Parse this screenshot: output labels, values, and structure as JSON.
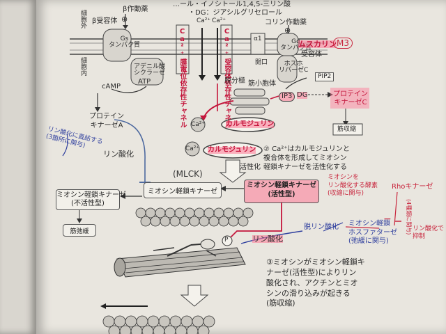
{
  "header": {
    "line1": "…ール・イノシトール1,4,5-三リン酸",
    "line2": "・DG：ジアシルグリセロール"
  },
  "membrane": {
    "outer_label": "細胞外",
    "inner_label": "細胞内",
    "beta_agonist": "β作動薬",
    "beta_receptor": "β受容体",
    "choline_agonist": "コリン作動薬",
    "gs_protein": "Gs\nタンパク質",
    "adenylate_cyclase": "アデニル酸\nシクラーゼ",
    "gq_protein": "Gq\nタンパク質",
    "plc": "ホスホ\nリパーゼC",
    "vdcc": "Ca²⁺膜電位依存性チャネル",
    "roc": "Ca²⁺受容体依存性チャネル",
    "muscarinic": "ムスカリン",
    "muscarinic_note": "M3",
    "receptor": "受容体",
    "alpha1": "α1",
    "open": "開口",
    "depolarization": "脱分極",
    "ca_in_1": "Ca²⁺",
    "ca_in_2": "Ca²⁺",
    "plus_beta": "⊕",
    "plus_chol": "⊕"
  },
  "pathway": {
    "camp": "cAMP",
    "atp": "ATP",
    "pip2": "PIP2",
    "sr": "筋小胞体",
    "ip3": "IP3",
    "dg": "DG",
    "pkc": "プロテイン\nキナーゼC",
    "contraction_small": "筋収縮",
    "pka": "プロテイン\nキナーゼA",
    "ca": "Ca²⁺",
    "ca2": "Ca²⁺",
    "calmodulin": "カルモジュリン",
    "calmodulin2": "カルモジュリン",
    "note2": "② Ca²⁺はカルモジュリンと\n複合体を形成してミオシン\n軽鎖キナーゼを活性化する",
    "activation": "活性化",
    "phosphorylation_left": "リン酸化",
    "mlck_inactive": "ミオシン軽鎖キナーゼ\n(不活性型)",
    "mlck_middle": "ミオシン軽鎖キナーゼ",
    "mlck_active": "ミオシン軽鎖キナーゼ\n(活性型)",
    "relaxation": "筋弛緩",
    "phosphorylation_right": "リン酸化",
    "p": "P",
    "note3": "③ミオシンがミオシン軽鎖キ\nナーゼ(活性型)によりリン\n酸化され、アクチンとミオ\nシンの滑り込みが起きる\n(筋収縮)"
  },
  "handwriting": {
    "mlck": "(MLCK)",
    "blue_left": "リン酸化に直結する\n(3箇所に関与)",
    "red_right1": "ミオシンを\nリン酸化する酵素\n(収縮に関与)",
    "rho": "Rhoキナーゼ",
    "red_far1": "(4種類に関与)",
    "red_far2": "リン酸化で\n抑制",
    "blue_right": "脱リン酸化",
    "blue_right2": "ミオシン軽鎖\nホスファターゼ\n(弛緩に関与)",
    "minus": "−"
  },
  "colors": {
    "red": "#c4163c",
    "pink": "#ff7896",
    "blue_pen": "#2f3f9e",
    "paper": "#e9e6df"
  }
}
